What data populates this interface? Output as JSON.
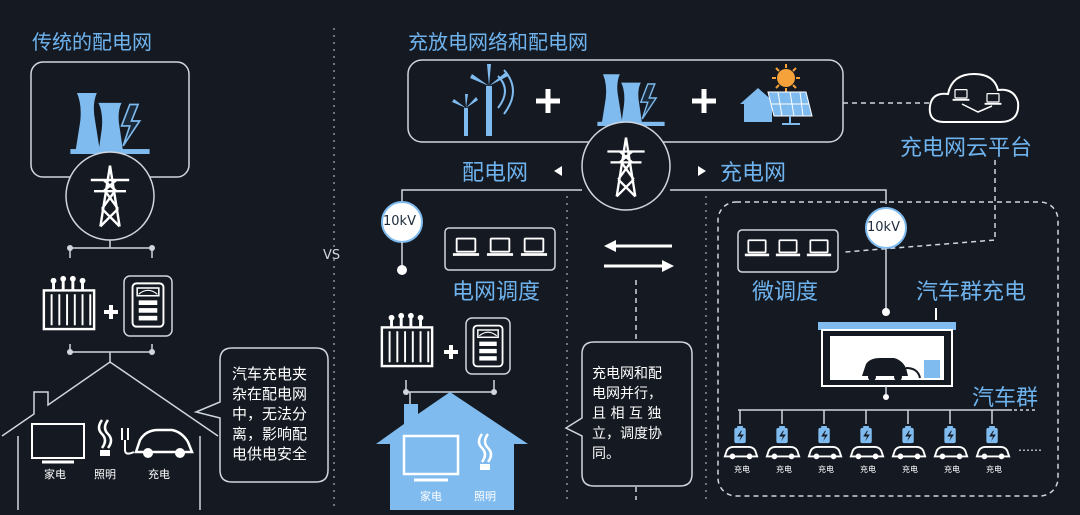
{
  "left": {
    "title": "传统的配电网",
    "bubble": [
      "汽车充电夹",
      "杂在配电网",
      "中，无法分",
      "离，影响配",
      "电供电安全"
    ],
    "house_labels": [
      "家电",
      "照明",
      "充电"
    ]
  },
  "vs": "VS",
  "right": {
    "title": "充放电网络和配电网",
    "distribution_grid": "配电网",
    "charging_grid": "充电网",
    "cloud_platform": "充电网云平台",
    "voltage_left": "10kV",
    "voltage_right": "10kV",
    "grid_dispatch": "电网调度",
    "micro_dispatch": "微调度",
    "fleet_charging": "汽车群充电",
    "fleet": "汽车群",
    "bubble": [
      "充电网和配",
      "电网并行，",
      "且 相 互 独",
      "立，调度协",
      "同。"
    ],
    "house_labels": [
      "家电",
      "照明"
    ],
    "car_label": "充电",
    "ellipsis": "……"
  },
  "colors": {
    "background": "#151a22",
    "accent": "#6fb3ee",
    "line": "#cfd6e0",
    "icon_fill": "#7fbbef"
  }
}
